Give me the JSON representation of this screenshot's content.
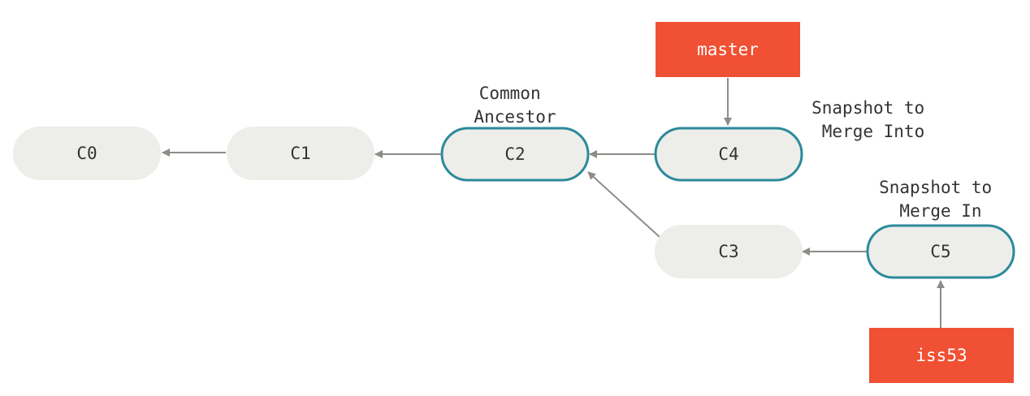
{
  "diagram": {
    "commits": [
      {
        "id": "C0",
        "highlighted": false
      },
      {
        "id": "C1",
        "highlighted": false
      },
      {
        "id": "C2",
        "highlighted": true
      },
      {
        "id": "C3",
        "highlighted": false
      },
      {
        "id": "C4",
        "highlighted": true
      },
      {
        "id": "C5",
        "highlighted": true
      }
    ],
    "edges": [
      {
        "from": "C1",
        "to": "C0"
      },
      {
        "from": "C2",
        "to": "C1"
      },
      {
        "from": "C4",
        "to": "C2"
      },
      {
        "from": "C3",
        "to": "C2"
      },
      {
        "from": "C5",
        "to": "C3"
      }
    ],
    "branches": [
      {
        "name": "master",
        "points_to": "C4"
      },
      {
        "name": "iss53",
        "points_to": "C5"
      }
    ],
    "annotations": {
      "common_ancestor": [
        "Common",
        "Ancestor"
      ],
      "merge_into": [
        "Snapshot to",
        "Merge Into"
      ],
      "merge_in": [
        "Snapshot to",
        "Merge In"
      ]
    },
    "colors": {
      "commit_fill": "#ededea",
      "commit_stroke_highlight": "#2b8a9a",
      "branch_fill": "#f05033",
      "branch_text": "#ffffff",
      "arrow": "#8f8b87",
      "text": "#333333"
    }
  }
}
